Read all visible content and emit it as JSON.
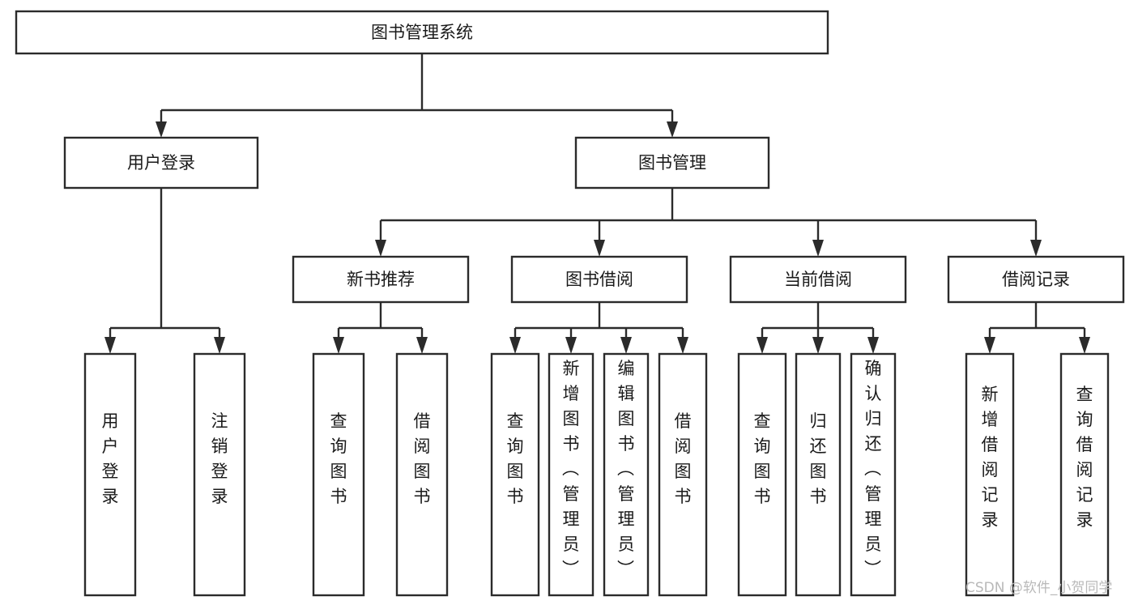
{
  "diagram": {
    "title": "图书管理系统",
    "type": "tree",
    "root": {
      "id": "root",
      "label": "图书管理系统",
      "orientation": "horizontal"
    },
    "level2": [
      {
        "id": "user-login",
        "label": "用户登录",
        "orientation": "horizontal"
      },
      {
        "id": "book-manage",
        "label": "图书管理",
        "orientation": "horizontal"
      }
    ],
    "level3": [
      {
        "id": "new-book-recommend",
        "label": "新书推荐",
        "orientation": "horizontal",
        "parent": "book-manage"
      },
      {
        "id": "book-borrow",
        "label": "图书借阅",
        "orientation": "horizontal",
        "parent": "book-manage"
      },
      {
        "id": "current-borrow",
        "label": "当前借阅",
        "orientation": "horizontal",
        "parent": "book-manage"
      },
      {
        "id": "borrow-record",
        "label": "借阅记录",
        "orientation": "horizontal",
        "parent": "book-manage"
      }
    ],
    "leaves": [
      {
        "id": "leaf-user-login",
        "label": "用户登录",
        "orientation": "vertical",
        "parent": "user-login"
      },
      {
        "id": "leaf-user-logout",
        "label": "注销登录",
        "orientation": "vertical",
        "parent": "user-login"
      },
      {
        "id": "leaf-query-book-1",
        "label": "查询图书",
        "orientation": "vertical",
        "parent": "new-book-recommend"
      },
      {
        "id": "leaf-borrow-book-1",
        "label": "借阅图书",
        "orientation": "vertical",
        "parent": "new-book-recommend"
      },
      {
        "id": "leaf-query-book-2",
        "label": "查询图书",
        "orientation": "vertical",
        "parent": "book-borrow"
      },
      {
        "id": "leaf-add-book",
        "label": "新增图书（管理员）",
        "orientation": "vertical",
        "parent": "book-borrow"
      },
      {
        "id": "leaf-edit-book",
        "label": "编辑图书（管理员）",
        "orientation": "vertical",
        "parent": "book-borrow"
      },
      {
        "id": "leaf-borrow-book-2",
        "label": "借阅图书",
        "orientation": "vertical",
        "parent": "book-borrow"
      },
      {
        "id": "leaf-query-book-3",
        "label": "查询图书",
        "orientation": "vertical",
        "parent": "current-borrow"
      },
      {
        "id": "leaf-return-book",
        "label": "归还图书",
        "orientation": "vertical",
        "parent": "current-borrow"
      },
      {
        "id": "leaf-confirm-return",
        "label": "确认归还（管理员）",
        "orientation": "vertical",
        "parent": "current-borrow"
      },
      {
        "id": "leaf-add-record",
        "label": "新增借阅记录",
        "orientation": "vertical",
        "parent": "borrow-record"
      },
      {
        "id": "leaf-query-record",
        "label": "查询借阅记录",
        "orientation": "vertical",
        "parent": "borrow-record"
      }
    ]
  },
  "watermark": {
    "text": "CSDN @软件_小贺同学"
  },
  "colors": {
    "stroke": "#2b2b2b",
    "fill": "#ffffff",
    "text": "#1a1a1a",
    "watermark": "#b9b9b9"
  }
}
